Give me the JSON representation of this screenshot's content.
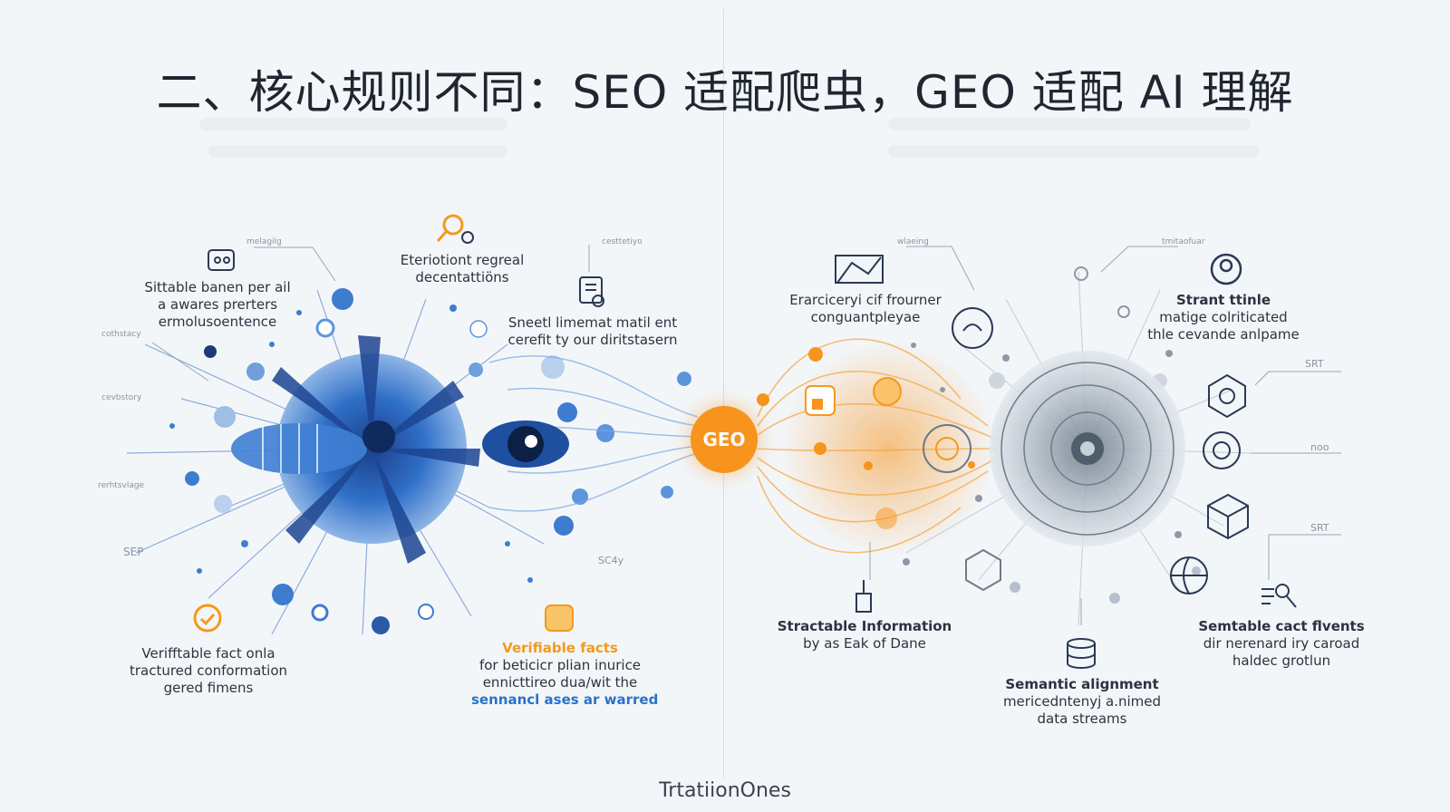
{
  "title": "二、核心规则不同：SEO 适配爬虫，GEO 适配 AI 理解",
  "hub_label": "GEO",
  "footer": "TrtatiionOnes",
  "left": {
    "labels": [
      {
        "title": "Sittable",
        "lines": [
          "Sittable banen per ail",
          "a awares prerters",
          "ermolusoentence"
        ]
      },
      {
        "lines": [
          "Eteriotiont regreal",
          "decentattiöns"
        ]
      },
      {
        "title": "limemat",
        "lines": [
          "Sneetl limemat matil ent",
          "cerefit ty our diritstasern"
        ]
      },
      {
        "lines": [
          "Verifftable fact onla",
          "tractured conformation",
          "gered fimens"
        ]
      },
      {
        "title": "Verifiable facts",
        "lines": [
          "for beticicr plian inurice",
          "ennicttireo dua/wit the",
          "sennancl ases ar warred"
        ]
      }
    ],
    "tiny": [
      "melagilg",
      "cesttetiyo",
      "cothstacy",
      "cevbstory",
      "rerhtsvlage",
      "SEP",
      "SC4y"
    ]
  },
  "right": {
    "labels": [
      {
        "lines": [
          "Erarciceryi cif frourner",
          "conguantpleyae"
        ]
      },
      {
        "title": "Strant ttinle",
        "lines": [
          "matige colriticated",
          "thle cevande anlpame"
        ]
      },
      {
        "title": "Stractable Information",
        "lines": [
          "by as Eak of Dane"
        ]
      },
      {
        "title": "Semantic alignment",
        "lines": [
          "mericedntenyj a.nimed",
          "data streams"
        ]
      },
      {
        "title": "Semtable cact flvents",
        "lines": [
          "dir nerenard iry caroad",
          "haldec grotlun"
        ]
      }
    ],
    "tiny": [
      "wlaeing",
      "tmitaofuar",
      "SRT",
      "noo",
      "SRT"
    ]
  },
  "colors": {
    "seo_blue": "#2a63b8",
    "geo_orange": "#f7941d",
    "ai_gray": "#7d8b99",
    "background": "#f3f6f9"
  }
}
